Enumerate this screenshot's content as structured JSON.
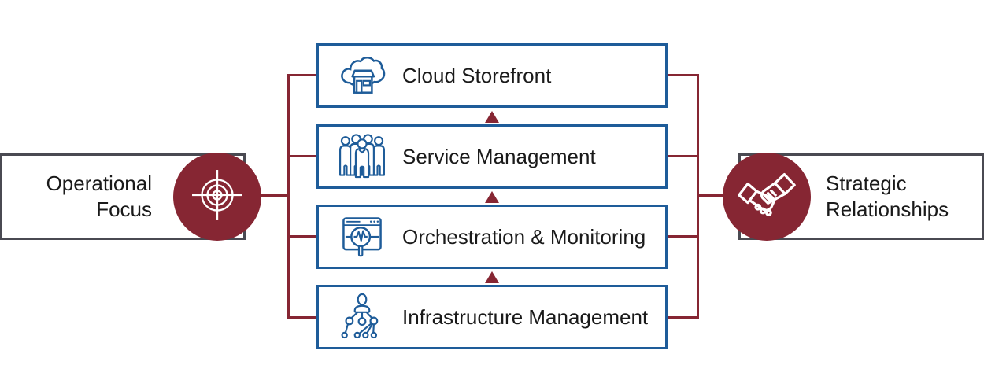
{
  "diagram": {
    "left_node": {
      "label": "Operational Focus",
      "icon": "target-icon"
    },
    "right_node": {
      "label": "Strategic Relationships",
      "icon": "handshake-icon"
    },
    "stack": [
      {
        "label": "Cloud Storefront",
        "icon": "cloud-storefront-icon"
      },
      {
        "label": "Service Management",
        "icon": "people-group-icon"
      },
      {
        "label": "Orchestration & Monitoring",
        "icon": "monitor-search-icon"
      },
      {
        "label": "Infrastructure Management",
        "icon": "hierarchy-network-icon"
      }
    ],
    "colors": {
      "maroon": "#862633",
      "blue": "#1E5C99",
      "gray_border": "#4A4A52",
      "text": "#1A1A1A"
    }
  }
}
